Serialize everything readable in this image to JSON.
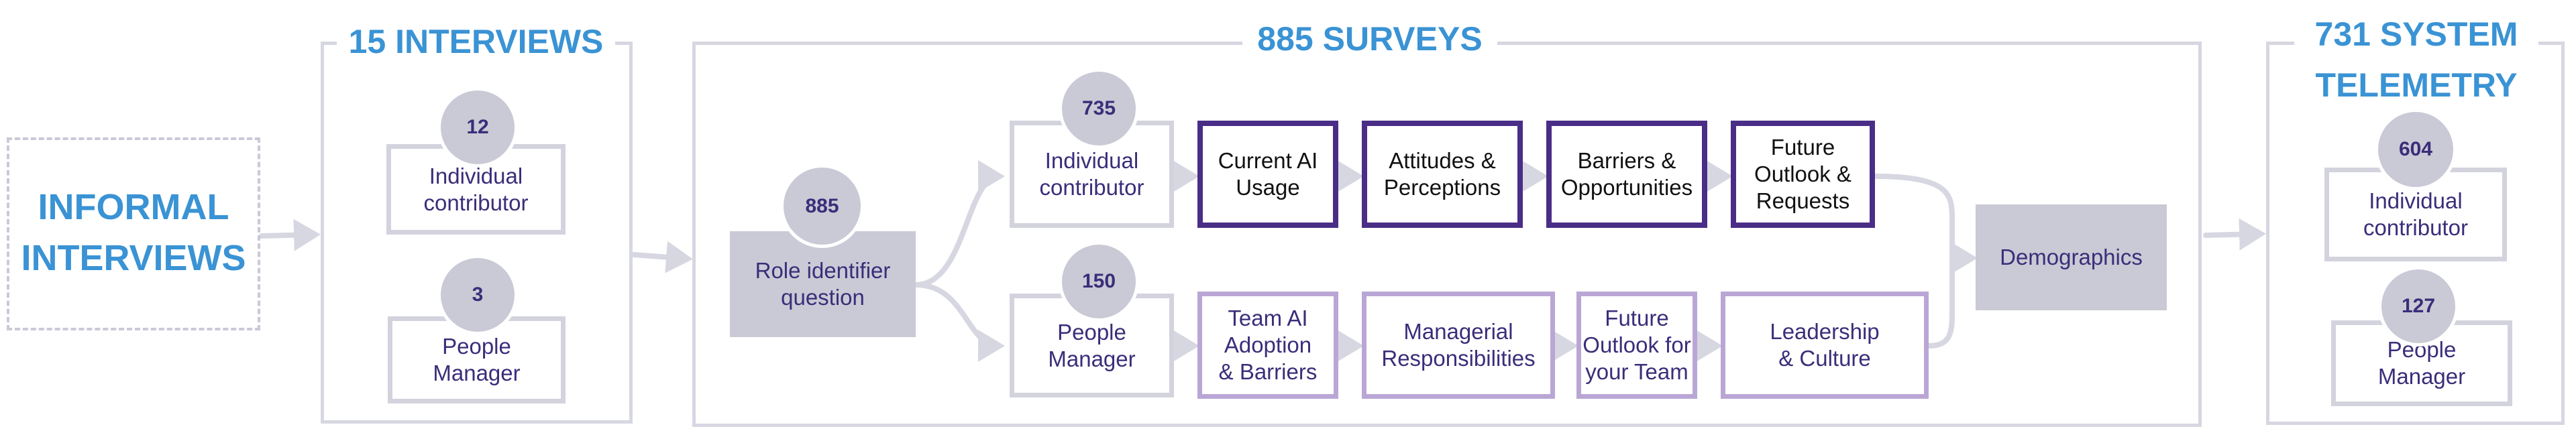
{
  "informal": {
    "title": "INFORMAL\nINTERVIEWS"
  },
  "interviews": {
    "title": "15 INTERVIEWS",
    "individual": {
      "count": "12",
      "label": "Individual\ncontributor"
    },
    "manager": {
      "count": "3",
      "label": "People\nManager"
    }
  },
  "surveys": {
    "title": "885 SURVEYS",
    "role": {
      "count": "885",
      "label": "Role identifier\nquestion"
    },
    "individual": {
      "count": "735",
      "label": "Individual\ncontributor",
      "steps": [
        "Current AI\nUsage",
        "Attitudes &\nPerceptions",
        "Barriers &\nOpportunities",
        "Future\nOutlook &\nRequests"
      ]
    },
    "manager": {
      "count": "150",
      "label": "People\nManager",
      "steps": [
        "Team AI\nAdoption\n& Barriers",
        "Managerial\nResponsibilities",
        "Future\nOutlook for\nyour Team",
        "Leadership\n& Culture"
      ]
    },
    "demographics": "Demographics"
  },
  "telemetry": {
    "title": "731 SYSTEM\nTELEMETRY",
    "individual": {
      "count": "604",
      "label": "Individual\ncontributor"
    },
    "manager": {
      "count": "127",
      "label": "People\nManager"
    }
  },
  "colors": {
    "accent": "#3a93d4",
    "dark_purple": "#4a2d86",
    "light_purple": "#b9a6d5",
    "grey": "#c9cad5"
  }
}
